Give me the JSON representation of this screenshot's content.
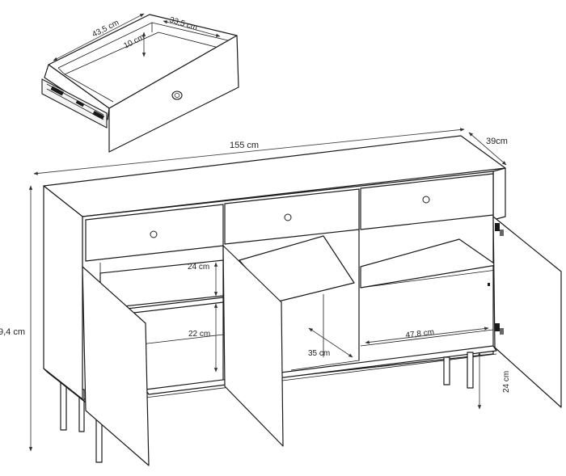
{
  "drawer": {
    "depth_label": "43,5 cm",
    "width_label": "33,5 cm",
    "height_label": "10 cm"
  },
  "cabinet": {
    "width_label": "155 cm",
    "depth_label": "39cm",
    "height_label": "9,4 cm",
    "shelf_upper_label": "24 cm",
    "shelf_lower_label": "22 cm",
    "inner_depth_label": "35 cm",
    "inner_width_label": "47,8 cm",
    "leg_height_label": "24 cm"
  }
}
